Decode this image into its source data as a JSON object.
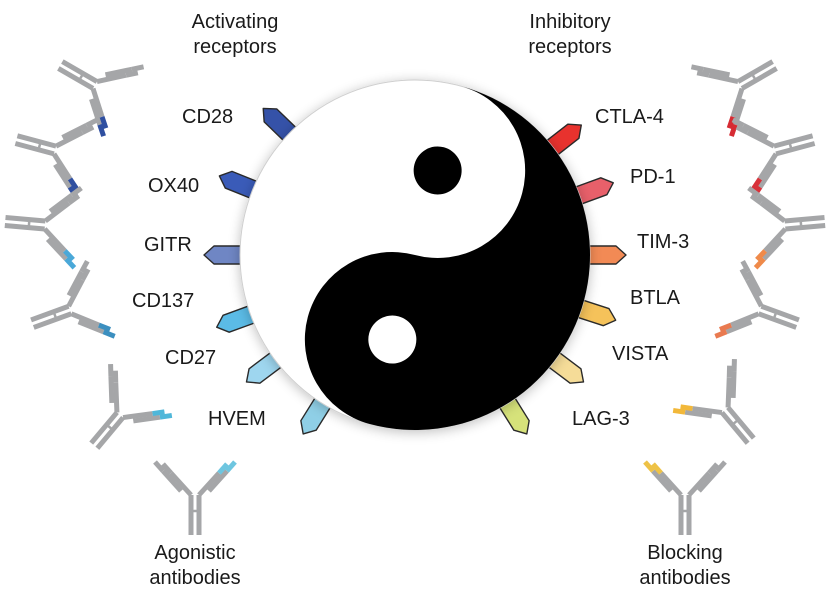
{
  "headers": {
    "activating": [
      "Activating",
      "receptors"
    ],
    "inhibitory": [
      "Inhibitory",
      "receptors"
    ],
    "agonistic": [
      "Agonistic",
      "antibodies"
    ],
    "blocking": [
      "Blocking",
      "antibodies"
    ]
  },
  "activating_receptors": [
    {
      "name": "CD28",
      "color": "#3552a8"
    },
    {
      "name": "OX40",
      "color": "#3a5bb8"
    },
    {
      "name": "GITR",
      "color": "#6f86c4"
    },
    {
      "name": "CD137",
      "color": "#5bbbe6"
    },
    {
      "name": "CD27",
      "color": "#9ed6ef"
    },
    {
      "name": "HVEM",
      "color": "#8fcfe6"
    }
  ],
  "inhibitory_receptors": [
    {
      "name": "CTLA-4",
      "color": "#e8322e"
    },
    {
      "name": "PD-1",
      "color": "#e8606a"
    },
    {
      "name": "TIM-3",
      "color": "#f28a55"
    },
    {
      "name": "BTLA",
      "color": "#f5c25a"
    },
    {
      "name": "VISTA",
      "color": "#f5dc98"
    },
    {
      "name": "LAG-3",
      "color": "#d6e27a"
    }
  ],
  "agonistic_antibodies": [
    {
      "tip_color": "#2f4fa0"
    },
    {
      "tip_color": "#2f4fa0"
    },
    {
      "tip_color": "#4aa8d8"
    },
    {
      "tip_color": "#3c8fbf"
    },
    {
      "tip_color": "#4fb7d9"
    },
    {
      "tip_color": "#6ec6e0"
    }
  ],
  "blocking_antibodies": [
    {
      "tip_color": "#d62b33"
    },
    {
      "tip_color": "#d8323a"
    },
    {
      "tip_color": "#ef8a4a"
    },
    {
      "tip_color": "#e97a50"
    },
    {
      "tip_color": "#f2b83a"
    },
    {
      "tip_color": "#eec246"
    }
  ],
  "symbol": {
    "name": "yin-yang",
    "dark": "#000000",
    "light": "#ffffff"
  },
  "antibody_color": "#a5a6a8"
}
